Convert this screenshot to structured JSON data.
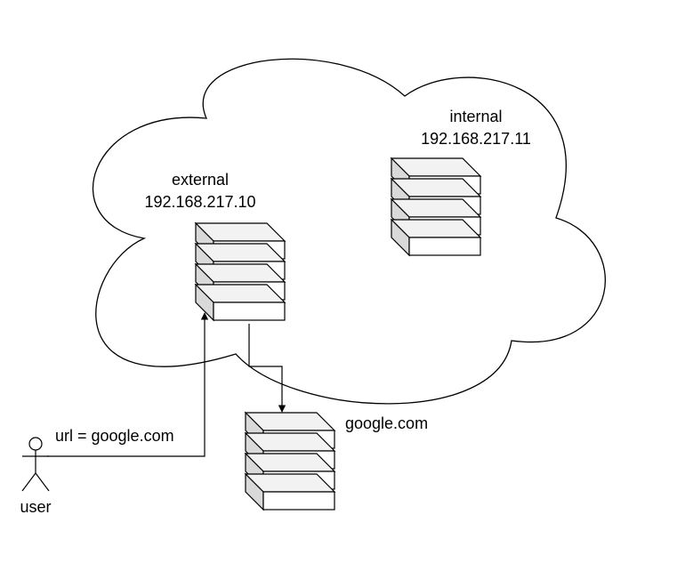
{
  "nodes": {
    "external": {
      "name": "external",
      "ip": "192.168.217.10"
    },
    "internal": {
      "name": "internal",
      "ip": "192.168.217.11"
    },
    "google": {
      "name": "google.com"
    }
  },
  "actor": {
    "name": "user"
  },
  "edges": {
    "user_to_external": {
      "label": "url = google.com"
    }
  },
  "colors": {
    "stroke": "#000000",
    "box_fill": "#ffffff",
    "box_top": "#f2f2f2",
    "box_side": "#d9d9d9"
  }
}
